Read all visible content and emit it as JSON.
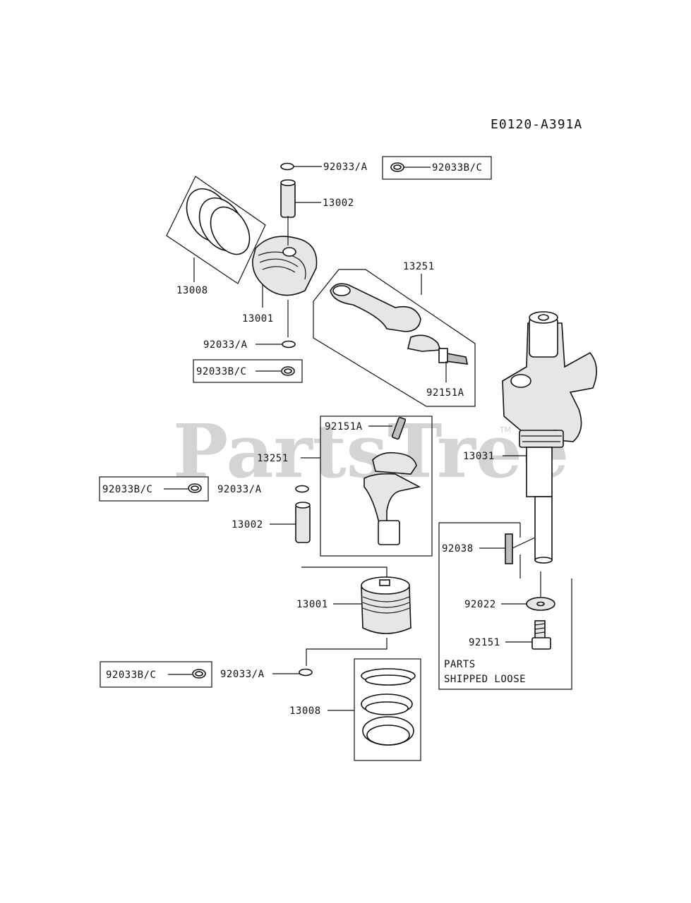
{
  "diagram_code": "E0120-A391A",
  "watermark": "PartsTree",
  "watermark_tm": "TM",
  "labels": {
    "ring_a_top": "92033/A",
    "ring_bc_top": "92033B/C",
    "pin_top": "13002",
    "rings_top": "13008",
    "piston_top": "13001",
    "conrod_top": "13251",
    "ring_a_mid": "92033/A",
    "ring_bc_mid": "92033B/C",
    "bolt_top": "92151A",
    "bolt_mid": "92151A",
    "conrod_mid": "13251",
    "crankshaft": "13031",
    "ring_bc_left": "92033B/C",
    "ring_a_left": "92033/A",
    "pin_mid": "13002",
    "key": "92038",
    "piston_low": "13001",
    "washer": "92022",
    "bolt_low": "92151",
    "ring_bc_low": "92033B/C",
    "ring_a_low": "92033/A",
    "rings_low": "13008"
  },
  "note": {
    "line1": "PARTS",
    "line2": "SHIPPED LOOSE"
  }
}
